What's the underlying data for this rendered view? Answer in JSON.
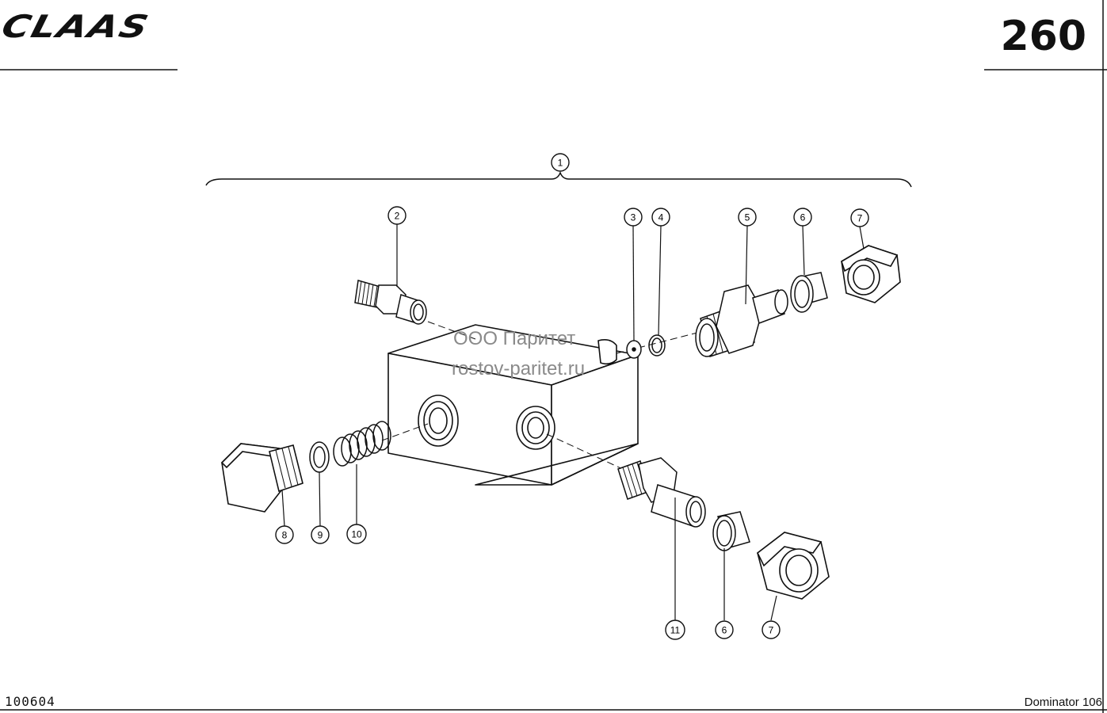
{
  "header": {
    "brand": "CLAAS",
    "page_number": "260"
  },
  "footer": {
    "doc_code": "100604",
    "model": "Dominator 106"
  },
  "watermark": {
    "line1": "ООО Паритет",
    "line2": "rostov-paritet.ru"
  },
  "callouts": [
    {
      "id": "c1",
      "label": "1"
    },
    {
      "id": "c2",
      "label": "2"
    },
    {
      "id": "c3",
      "label": "3"
    },
    {
      "id": "c4",
      "label": "4"
    },
    {
      "id": "c5",
      "label": "5"
    },
    {
      "id": "c6a",
      "label": "6"
    },
    {
      "id": "c7a",
      "label": "7"
    },
    {
      "id": "c8",
      "label": "8"
    },
    {
      "id": "c9",
      "label": "9"
    },
    {
      "id": "c10",
      "label": "10"
    },
    {
      "id": "c11",
      "label": "11"
    },
    {
      "id": "c6b",
      "label": "6"
    },
    {
      "id": "c7b",
      "label": "7"
    }
  ]
}
